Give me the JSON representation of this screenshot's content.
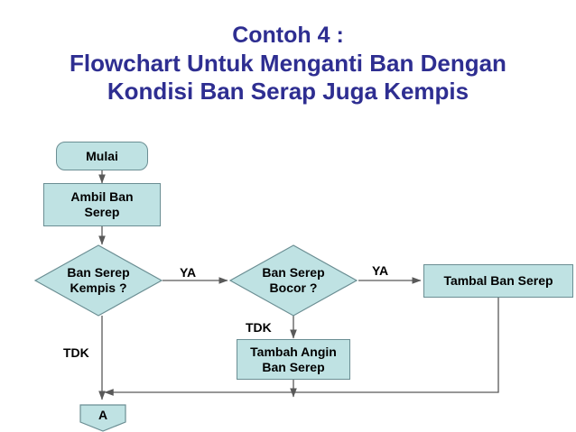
{
  "title": {
    "line1": "Contoh 4 :",
    "line2": "Flowchart Untuk Menganti Ban Dengan",
    "line3": "Kondisi Ban Serap Juga Kempis",
    "color": "#2e2e91"
  },
  "theme": {
    "node_fill": "#bfe2e3",
    "node_border": "#6b8e93",
    "edge_color": "#595959",
    "text_color": "#000000",
    "background": "#ffffff"
  },
  "nodes": {
    "start": {
      "label": "Mulai",
      "shape": "terminator"
    },
    "take_spare": {
      "label": "Ambil Ban\nSerep",
      "line1": "Ambil Ban",
      "line2": "Serep",
      "shape": "process"
    },
    "decision_flat": {
      "label": "Ban Serep\nKempis ?",
      "line1": "Ban Serep",
      "line2": "Kempis ?",
      "shape": "decision"
    },
    "decision_leak": {
      "label": "Ban Serep\nBocor ?",
      "line1": "Ban Serep",
      "line2": "Bocor ?",
      "shape": "decision"
    },
    "patch_spare": {
      "label": "Tambal Ban Serep",
      "shape": "process"
    },
    "inflate_spare": {
      "label": "Tambah Angin\nBan Serep",
      "line1": "Tambah Angin",
      "line2": "Ban Serep",
      "shape": "process"
    },
    "connector_a": {
      "label": "A",
      "shape": "off-page-connector"
    }
  },
  "edge_labels": {
    "ya_1": "YA",
    "ya_2": "YA",
    "tdk_left": "TDK",
    "tdk_mid": "TDK"
  }
}
